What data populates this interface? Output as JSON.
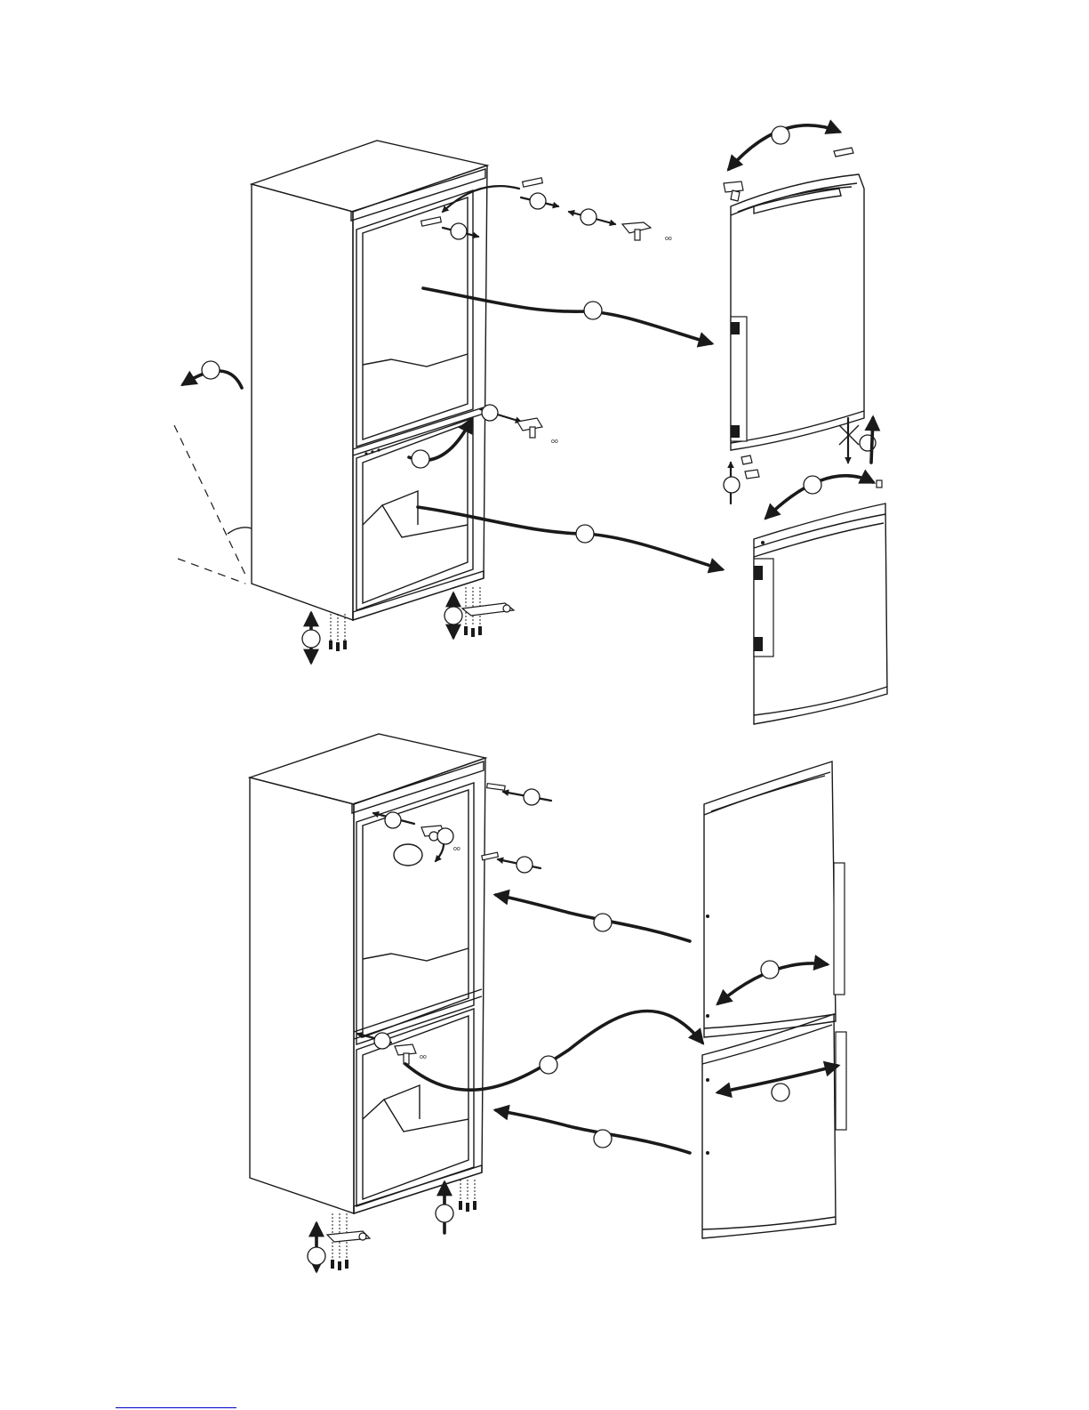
{
  "figure": {
    "type": "exploded-assembly-diagram",
    "subject": "door-reversal-instructions",
    "panels": [
      "door-removal",
      "door-refitting"
    ],
    "step_labels_printed": false
  },
  "colors": {
    "line": "#1a1a1a",
    "background": "#ffffff",
    "link": "#0000cc"
  },
  "icons": [
    "curved-arrow-icon",
    "straight-arrow-icon",
    "screw-icon",
    "hinge-icon",
    "cap-icon"
  ]
}
